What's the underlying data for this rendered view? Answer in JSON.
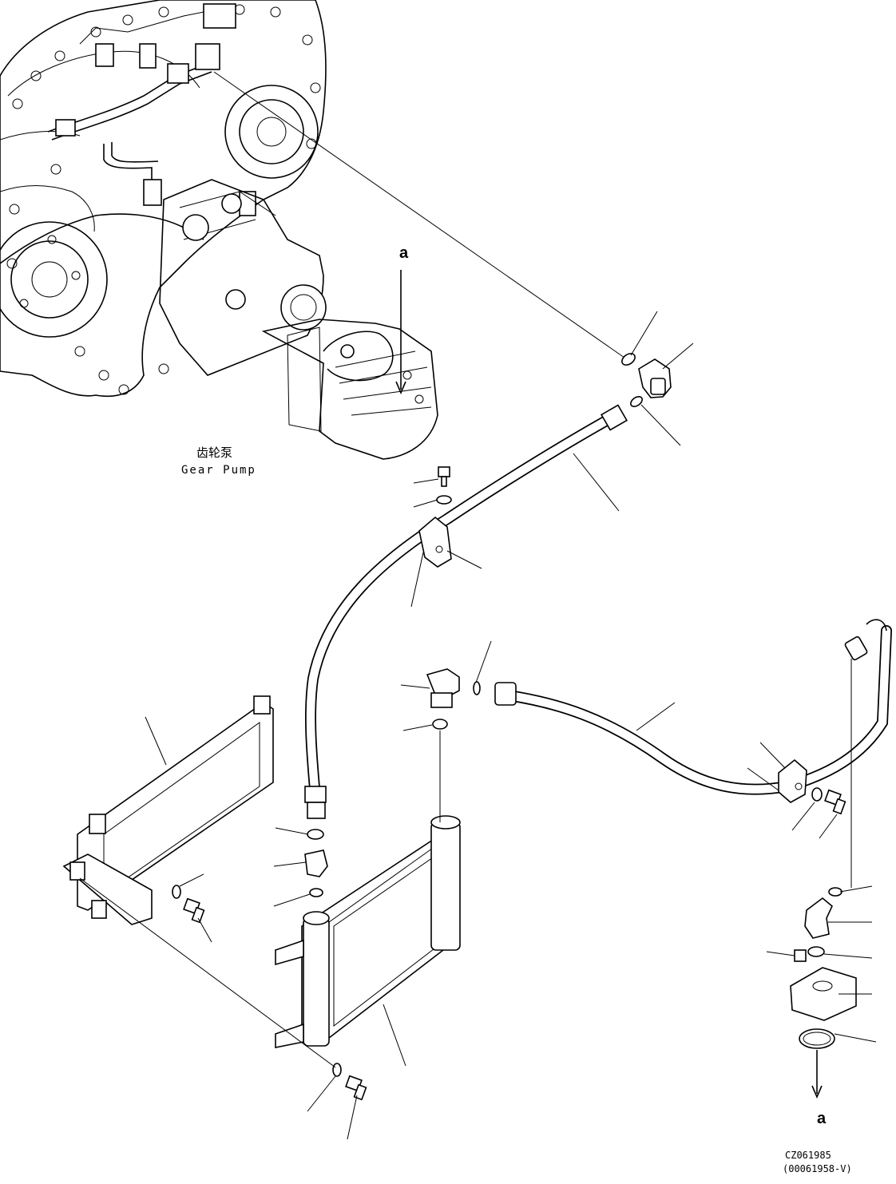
{
  "labels": {
    "ref_top": "a",
    "ref_bottom": "a",
    "pump_cn": "齿轮泵",
    "pump_en": "Gear Pump",
    "drawing_code": "CZ061985",
    "drawing_ref": "(00061958-V)"
  }
}
